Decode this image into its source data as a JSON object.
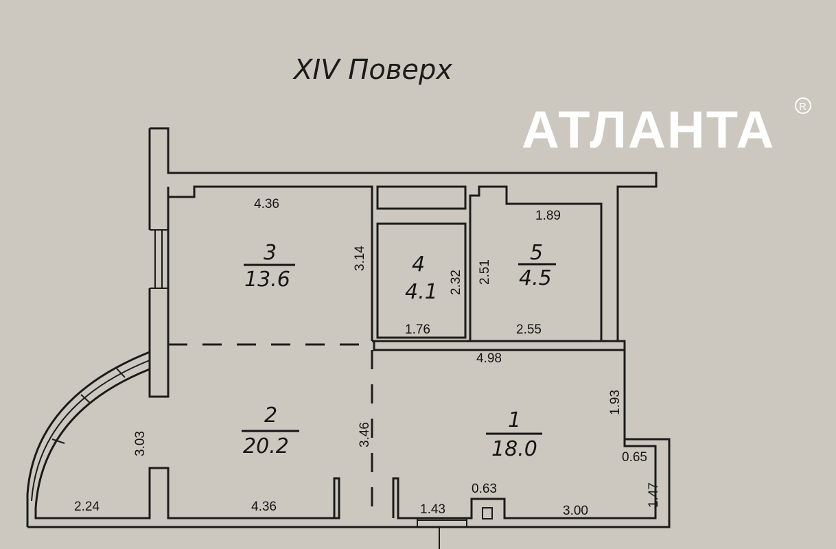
{
  "title": "XIV Поверх",
  "watermark": {
    "text": "АТЛАНТА",
    "mark": "®"
  },
  "rooms": [
    {
      "number": "1",
      "area": "18.0"
    },
    {
      "number": "2",
      "area": "20.2"
    },
    {
      "number": "3",
      "area": "13.6"
    },
    {
      "number": "4",
      "area": "4.1"
    },
    {
      "number": "5",
      "area": "4.5"
    }
  ],
  "dimensions": {
    "room3_top": "4.36",
    "room3_side": "3.14",
    "room4_bottom": "1.76",
    "room4_side": "2.32",
    "room5_top": "1.89",
    "room5_bottom": "2.55",
    "room5_side": "2.51",
    "room1_top": "4.98",
    "room1_side": "1.93",
    "room1_niche": "0.65",
    "room1_lower_side": "1.47",
    "room2_side": "3.03",
    "center_side": "3.46",
    "bottom_left": "2.24",
    "bottom_mid": "4.36",
    "entrance": "1.43",
    "column": "0.63",
    "bottom_right": "3.00"
  }
}
